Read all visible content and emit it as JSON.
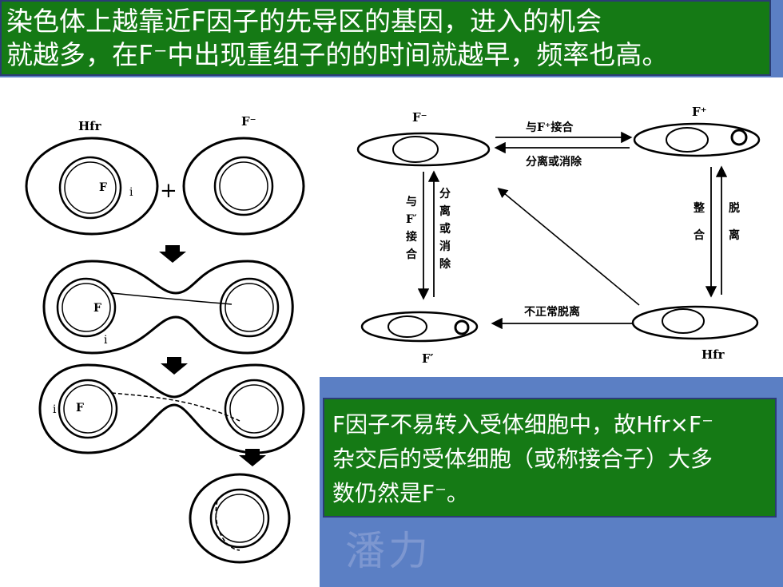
{
  "title": {
    "line1": "染色体上越靠近F因子的先导区的基因，进入的机会",
    "line2": "就越多，在F⁻中出现重组子的的时间就越早，频率也高。"
  },
  "left_diagram": {
    "label_hfr": "Hfr",
    "label_fminus": "F⁻",
    "plus": "+",
    "label_F": "F",
    "label_i": "i"
  },
  "right_diagram": {
    "F_minus": "F⁻",
    "F_plus": "F⁺",
    "F_prime": "F′",
    "Hfr": "Hfr",
    "top_arrow_label": "与F⁺接合",
    "bottom_top_label": "分离或消除",
    "left_down_label": [
      "与",
      "F′",
      "接",
      "合"
    ],
    "left_up_label": [
      "分",
      "离",
      "或",
      "消",
      "除"
    ],
    "right_down_label": [
      "整",
      "合"
    ],
    "right_up_label": [
      "脱",
      "离"
    ],
    "bottom_arrow_label": "不正常脱离"
  },
  "note": {
    "line1": "F因子不易转入受体细胞中，故Hfr×F⁻",
    "line2": "杂交后的受体细胞（或称接合子）大多",
    "line3": "数仍然是F⁻。"
  },
  "watermark": "潘力"
}
